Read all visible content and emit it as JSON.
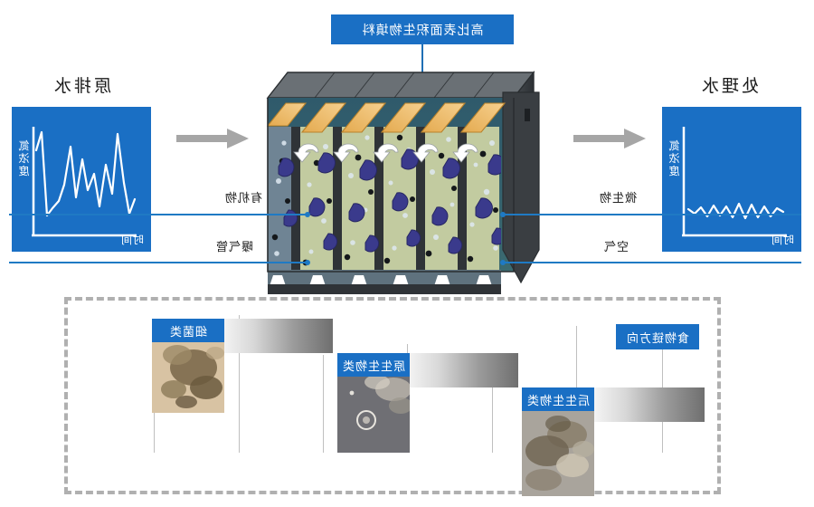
{
  "title_banner": {
    "label": "高比表面积生物填料"
  },
  "sides": {
    "outlet": {
      "title": "处理水",
      "chart": {
        "y_axis": "氮浓度",
        "x_axis": "时间",
        "pattern": "flat-low-amplitude"
      }
    },
    "inlet": {
      "title": "原排水",
      "chart": {
        "y_axis": "氮浓度",
        "x_axis": "时间",
        "pattern": "high-amplitude-spikes"
      }
    }
  },
  "callouts": [
    {
      "name": "microorganisms",
      "label": "微生物"
    },
    {
      "name": "air",
      "label": "空气"
    },
    {
      "name": "organics",
      "label": "有机物"
    },
    {
      "name": "aeration-pipe",
      "label": "曝气管"
    }
  ],
  "food_chain": {
    "direction_label": "食物链方向",
    "stages": [
      {
        "label": "后生生物类"
      },
      {
        "label": "原生生物类"
      },
      {
        "label": "细菌类"
      }
    ]
  },
  "colors": {
    "brand_blue": "#1a6fc4",
    "line_blue": "#1f7ac4",
    "arrow_grey": "#a6a6a6",
    "dashed_border": "#b0b0b0",
    "filler_yellow": "#f0c36a",
    "tank_dark": "#3e4246",
    "media_green": "#c2cba0",
    "microbe_purple": "#3a3a8c"
  },
  "chart_data": [
    {
      "type": "line",
      "title": "原排水",
      "xlabel": "时间",
      "ylabel": "氮浓度",
      "x": [
        0,
        1,
        2,
        3,
        4,
        5,
        6,
        7,
        8,
        9,
        10,
        11,
        12,
        13,
        14,
        15,
        16,
        17
      ],
      "values": [
        28,
        52,
        18,
        86,
        30,
        62,
        24,
        70,
        40,
        58,
        32,
        78,
        26,
        44,
        20,
        14,
        92,
        74
      ],
      "ylim": [
        0,
        100
      ],
      "grid": false,
      "legend": "none"
    },
    {
      "type": "line",
      "title": "处理水",
      "xlabel": "时间",
      "ylabel": "氮浓度",
      "x": [
        0,
        1,
        2,
        3,
        4,
        5,
        6,
        7,
        8,
        9,
        10,
        11,
        12,
        13,
        14,
        15,
        16,
        17
      ],
      "values": [
        12,
        18,
        10,
        20,
        11,
        19,
        12,
        22,
        13,
        21,
        12,
        20,
        11,
        19,
        12,
        18,
        11,
        17
      ],
      "ylim": [
        0,
        100
      ],
      "grid": false,
      "legend": "none"
    }
  ]
}
